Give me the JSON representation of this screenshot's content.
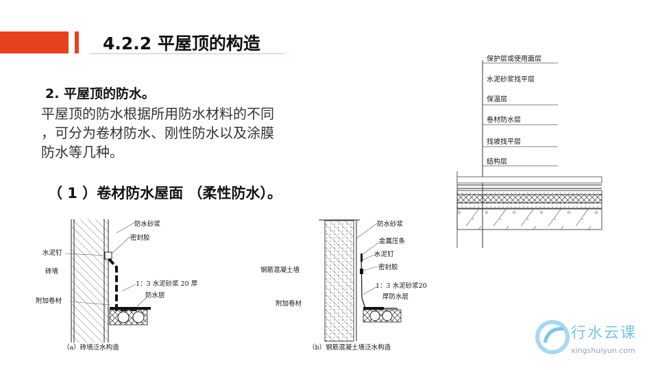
{
  "header": {
    "title": "4.2.2   平屋顶的构造"
  },
  "content": {
    "subtitle": "2. 平屋顶的防水。",
    "body_lines": [
      "平屋顶的防水根据所用防水材料的不同",
      "，可分为卷材防水、刚性防水以及涂膜",
      "防水等几种。"
    ],
    "item1": "（ 1 ）卷材防水屋面  （柔性防水）。"
  },
  "roof_layers": {
    "labels": [
      "保护层或使用面层",
      "水泥砂浆找平层",
      "保温层",
      "卷材防水层",
      "找坡找平层",
      "结构层"
    ]
  },
  "figure_a": {
    "labels": [
      "防水砂浆",
      "密封胶",
      "水泥钉",
      "砖墙",
      "1：3 水泥砂浆 20 厚",
      "防水层",
      "附加卷材"
    ],
    "caption": "（a）砖墙泛水构造"
  },
  "figure_b": {
    "labels": [
      "防水砂浆",
      "金属压条",
      "水泥钉",
      "钢筋混凝土墙",
      "密封胶",
      "1：3 水泥砂浆20",
      "厚防水层",
      "附加卷材"
    ],
    "caption": "（b）钢筋混凝土墙泛水构造"
  },
  "logo": {
    "name": "行水云课",
    "url": "xingshuiyun.com"
  },
  "colors": {
    "accent": "#e8401c",
    "logo": "#7cc4ea"
  }
}
